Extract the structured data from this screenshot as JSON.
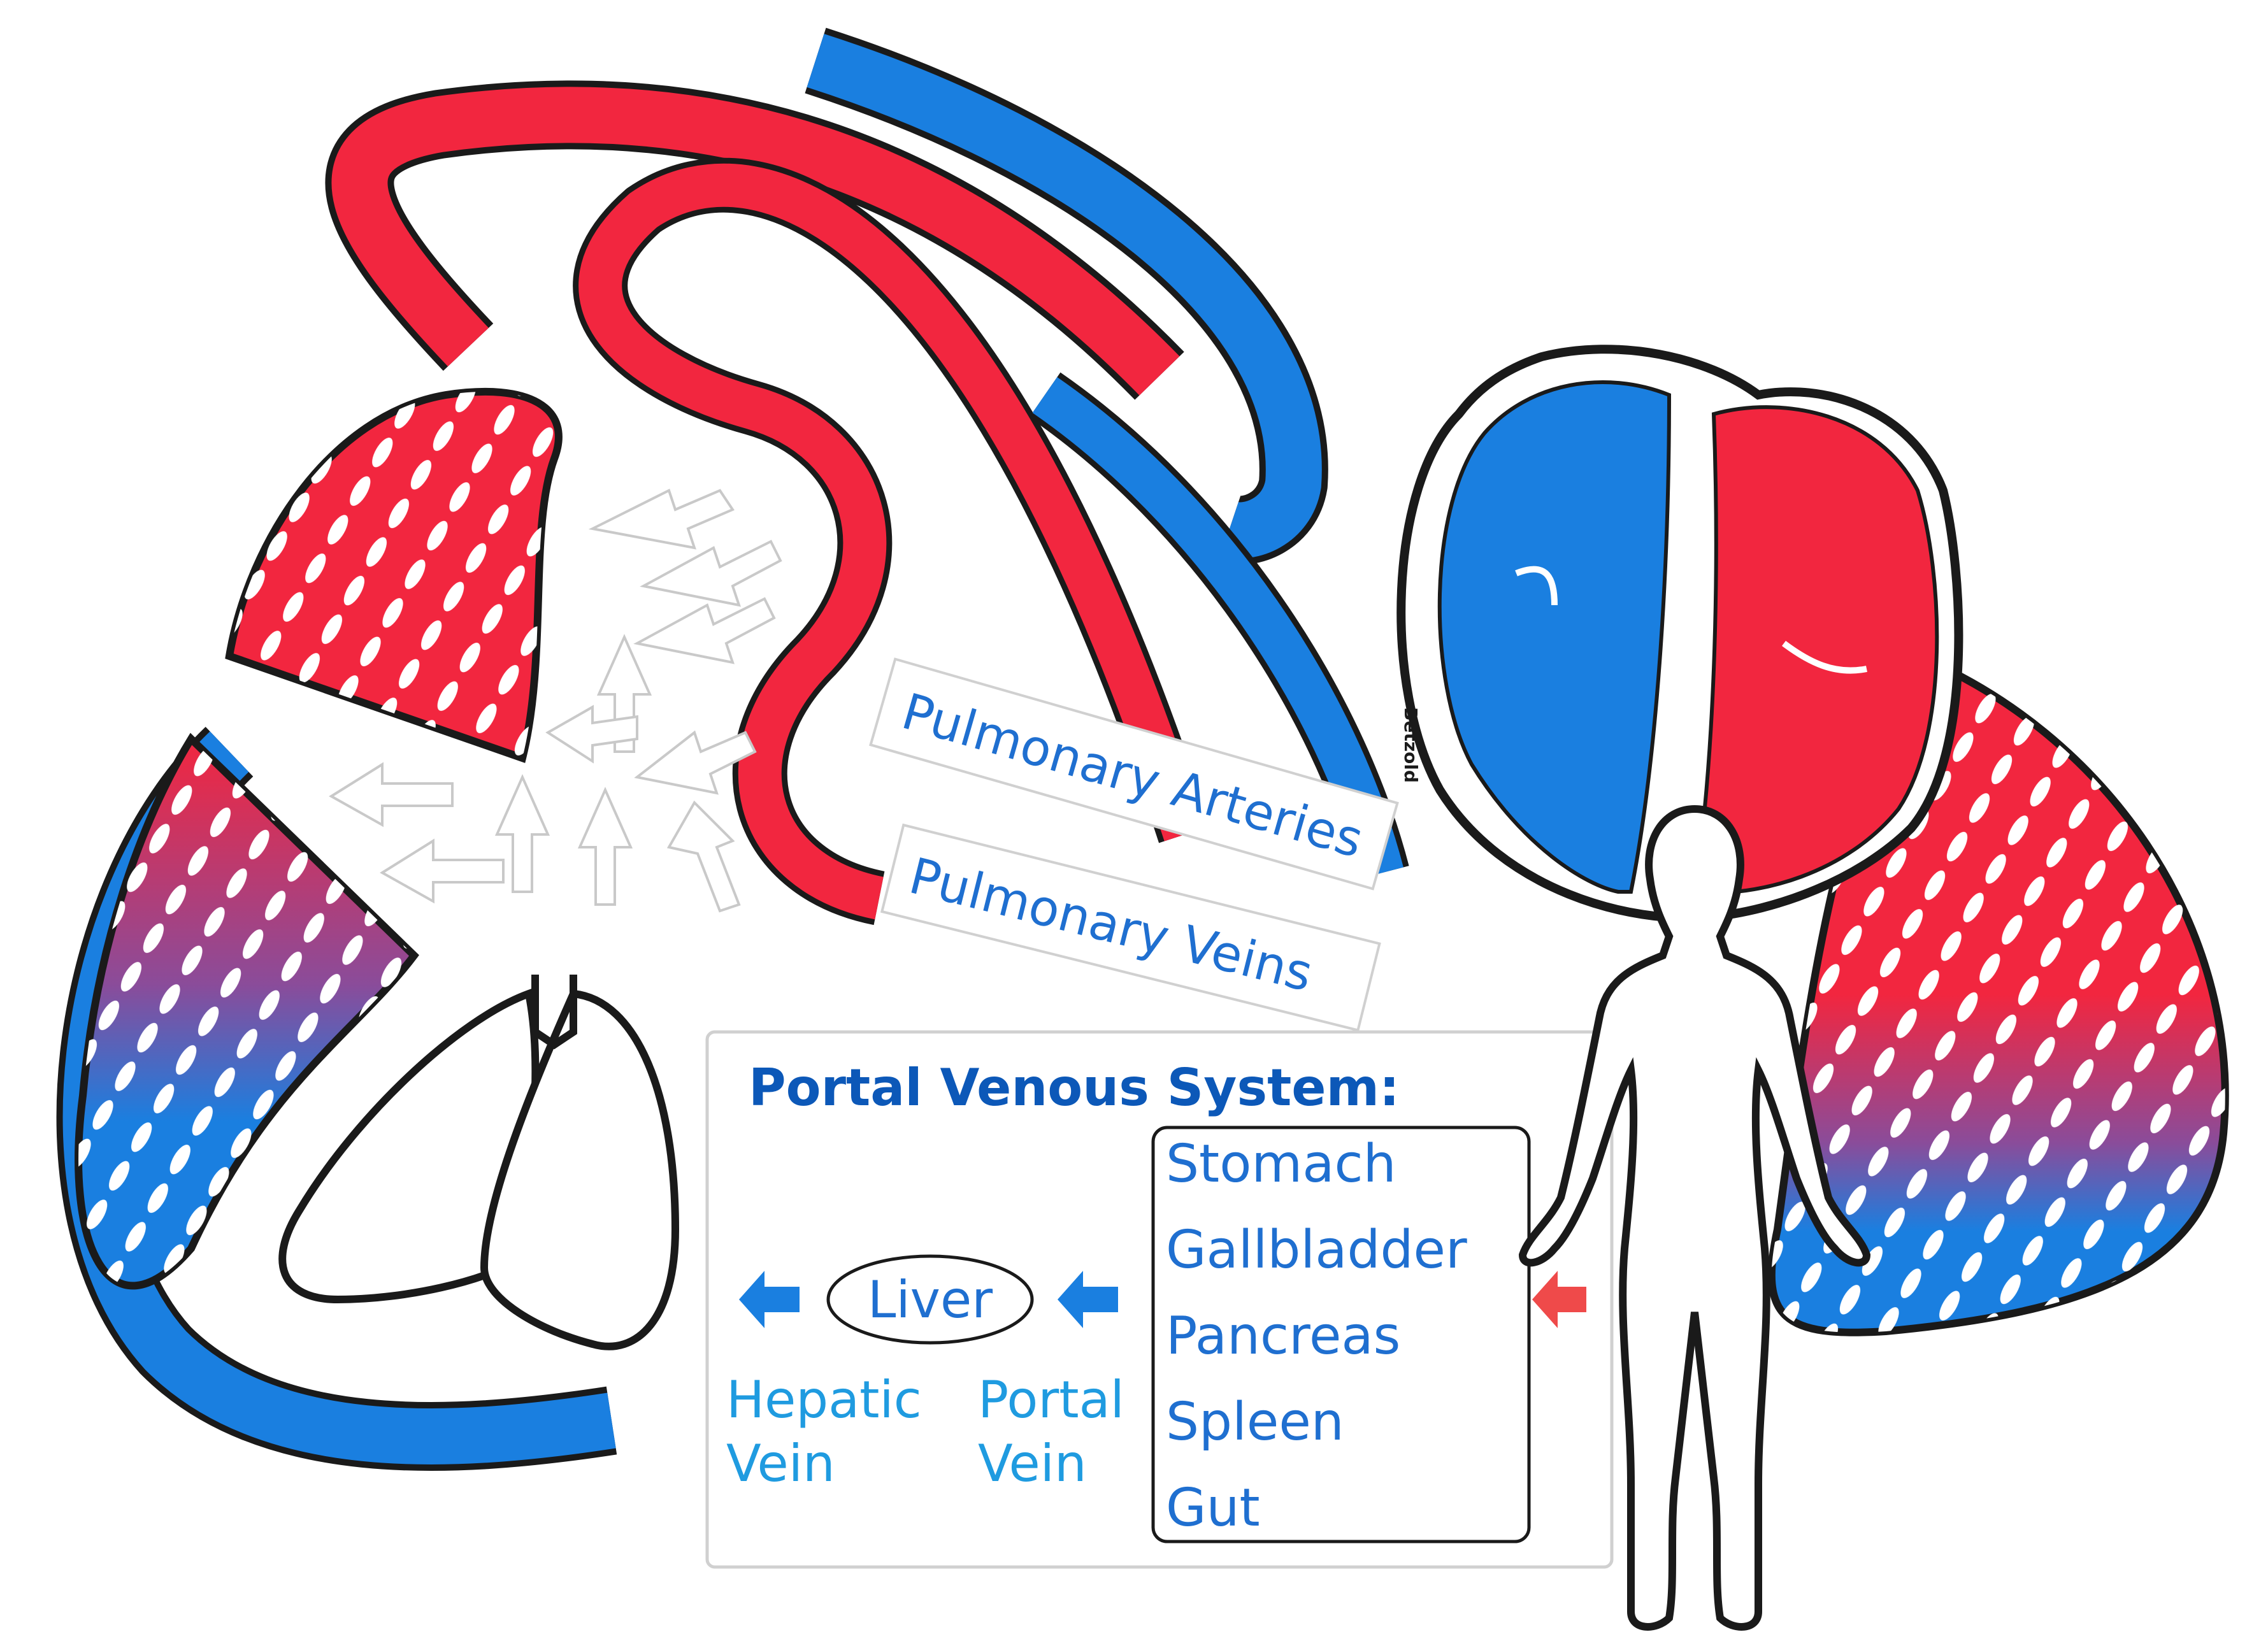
{
  "colors": {
    "red": "#f2263f",
    "blue": "#1a7fe0",
    "outline": "#1a1a1a",
    "text_blue": "#1f6fd0",
    "title_blue": "#0c58b8",
    "card": "#ffffff",
    "arrow_red": "#ef4a4a",
    "arrow_blue": "#1a7fe0"
  },
  "labels": {
    "pulmonary_arteries": "Pulmonary Arteries",
    "pulmonary_veins": "Pulmonary Veins",
    "brand": "Betzold"
  },
  "portal_card": {
    "title": "Portal Venous System:",
    "liver": "Liver",
    "hepatic_vein_line1": "Hepatic",
    "hepatic_vein_line2": "Vein",
    "portal_vein_line1": "Portal",
    "portal_vein_line2": "Vein",
    "organs": [
      "Stomach",
      "Gallbladder",
      "Pancreas",
      "Spleen",
      "Gut"
    ]
  },
  "icons": {
    "lungs": "lungs-icon",
    "human": "human-silhouette-icon",
    "heart": "heart-icon",
    "arrows": "flow-arrow-icon"
  }
}
